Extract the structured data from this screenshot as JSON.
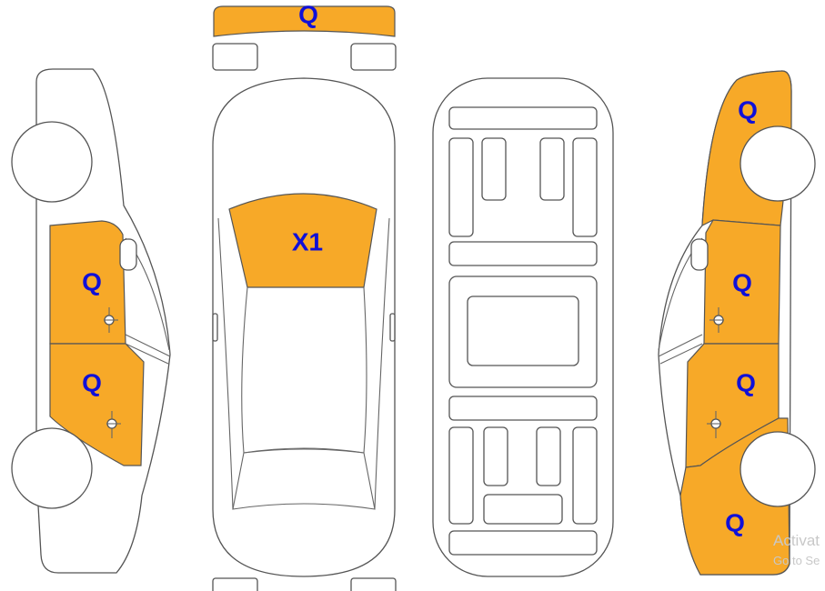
{
  "colors": {
    "damage_fill": "#F7A928",
    "label_color": "#1010D8"
  },
  "labels": {
    "rear_bumper": "Q",
    "windshield": "X1",
    "left_front_door": "Q",
    "left_rear_door": "Q",
    "right_rear_fender": "Q",
    "right_front_door": "Q",
    "right_rear_door": "Q",
    "right_front_fender": "Q"
  },
  "watermark": {
    "line1": "Activat",
    "line2": "Go to Se"
  }
}
